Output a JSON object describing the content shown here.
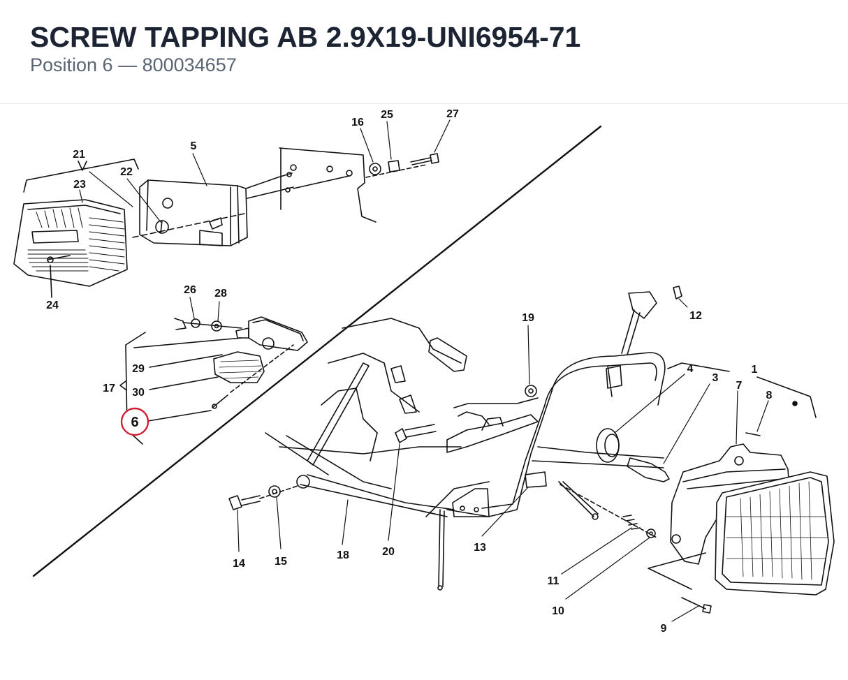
{
  "header": {
    "title": "SCREW TAPPING AB 2.9X19-UNI6954-71",
    "subtitle": "Position 6 — 800034657"
  },
  "diagram": {
    "highlighted_callout": "6",
    "highlight_color": "#cc2233",
    "line_color": "#111111",
    "callouts": {
      "c1": "1",
      "c3": "3",
      "c4": "4",
      "c5": "5",
      "c7": "7",
      "c8": "8",
      "c9": "9",
      "c10": "10",
      "c11": "11",
      "c12": "12",
      "c13": "13",
      "c14": "14",
      "c15": "15",
      "c16": "16",
      "c17": "17",
      "c18": "18",
      "c19": "19",
      "c20": "20",
      "c21": "21",
      "c22": "22",
      "c23": "23",
      "c24": "24",
      "c25": "25",
      "c26": "26",
      "c27": "27",
      "c28": "28",
      "c29": "29",
      "c30": "30"
    }
  }
}
